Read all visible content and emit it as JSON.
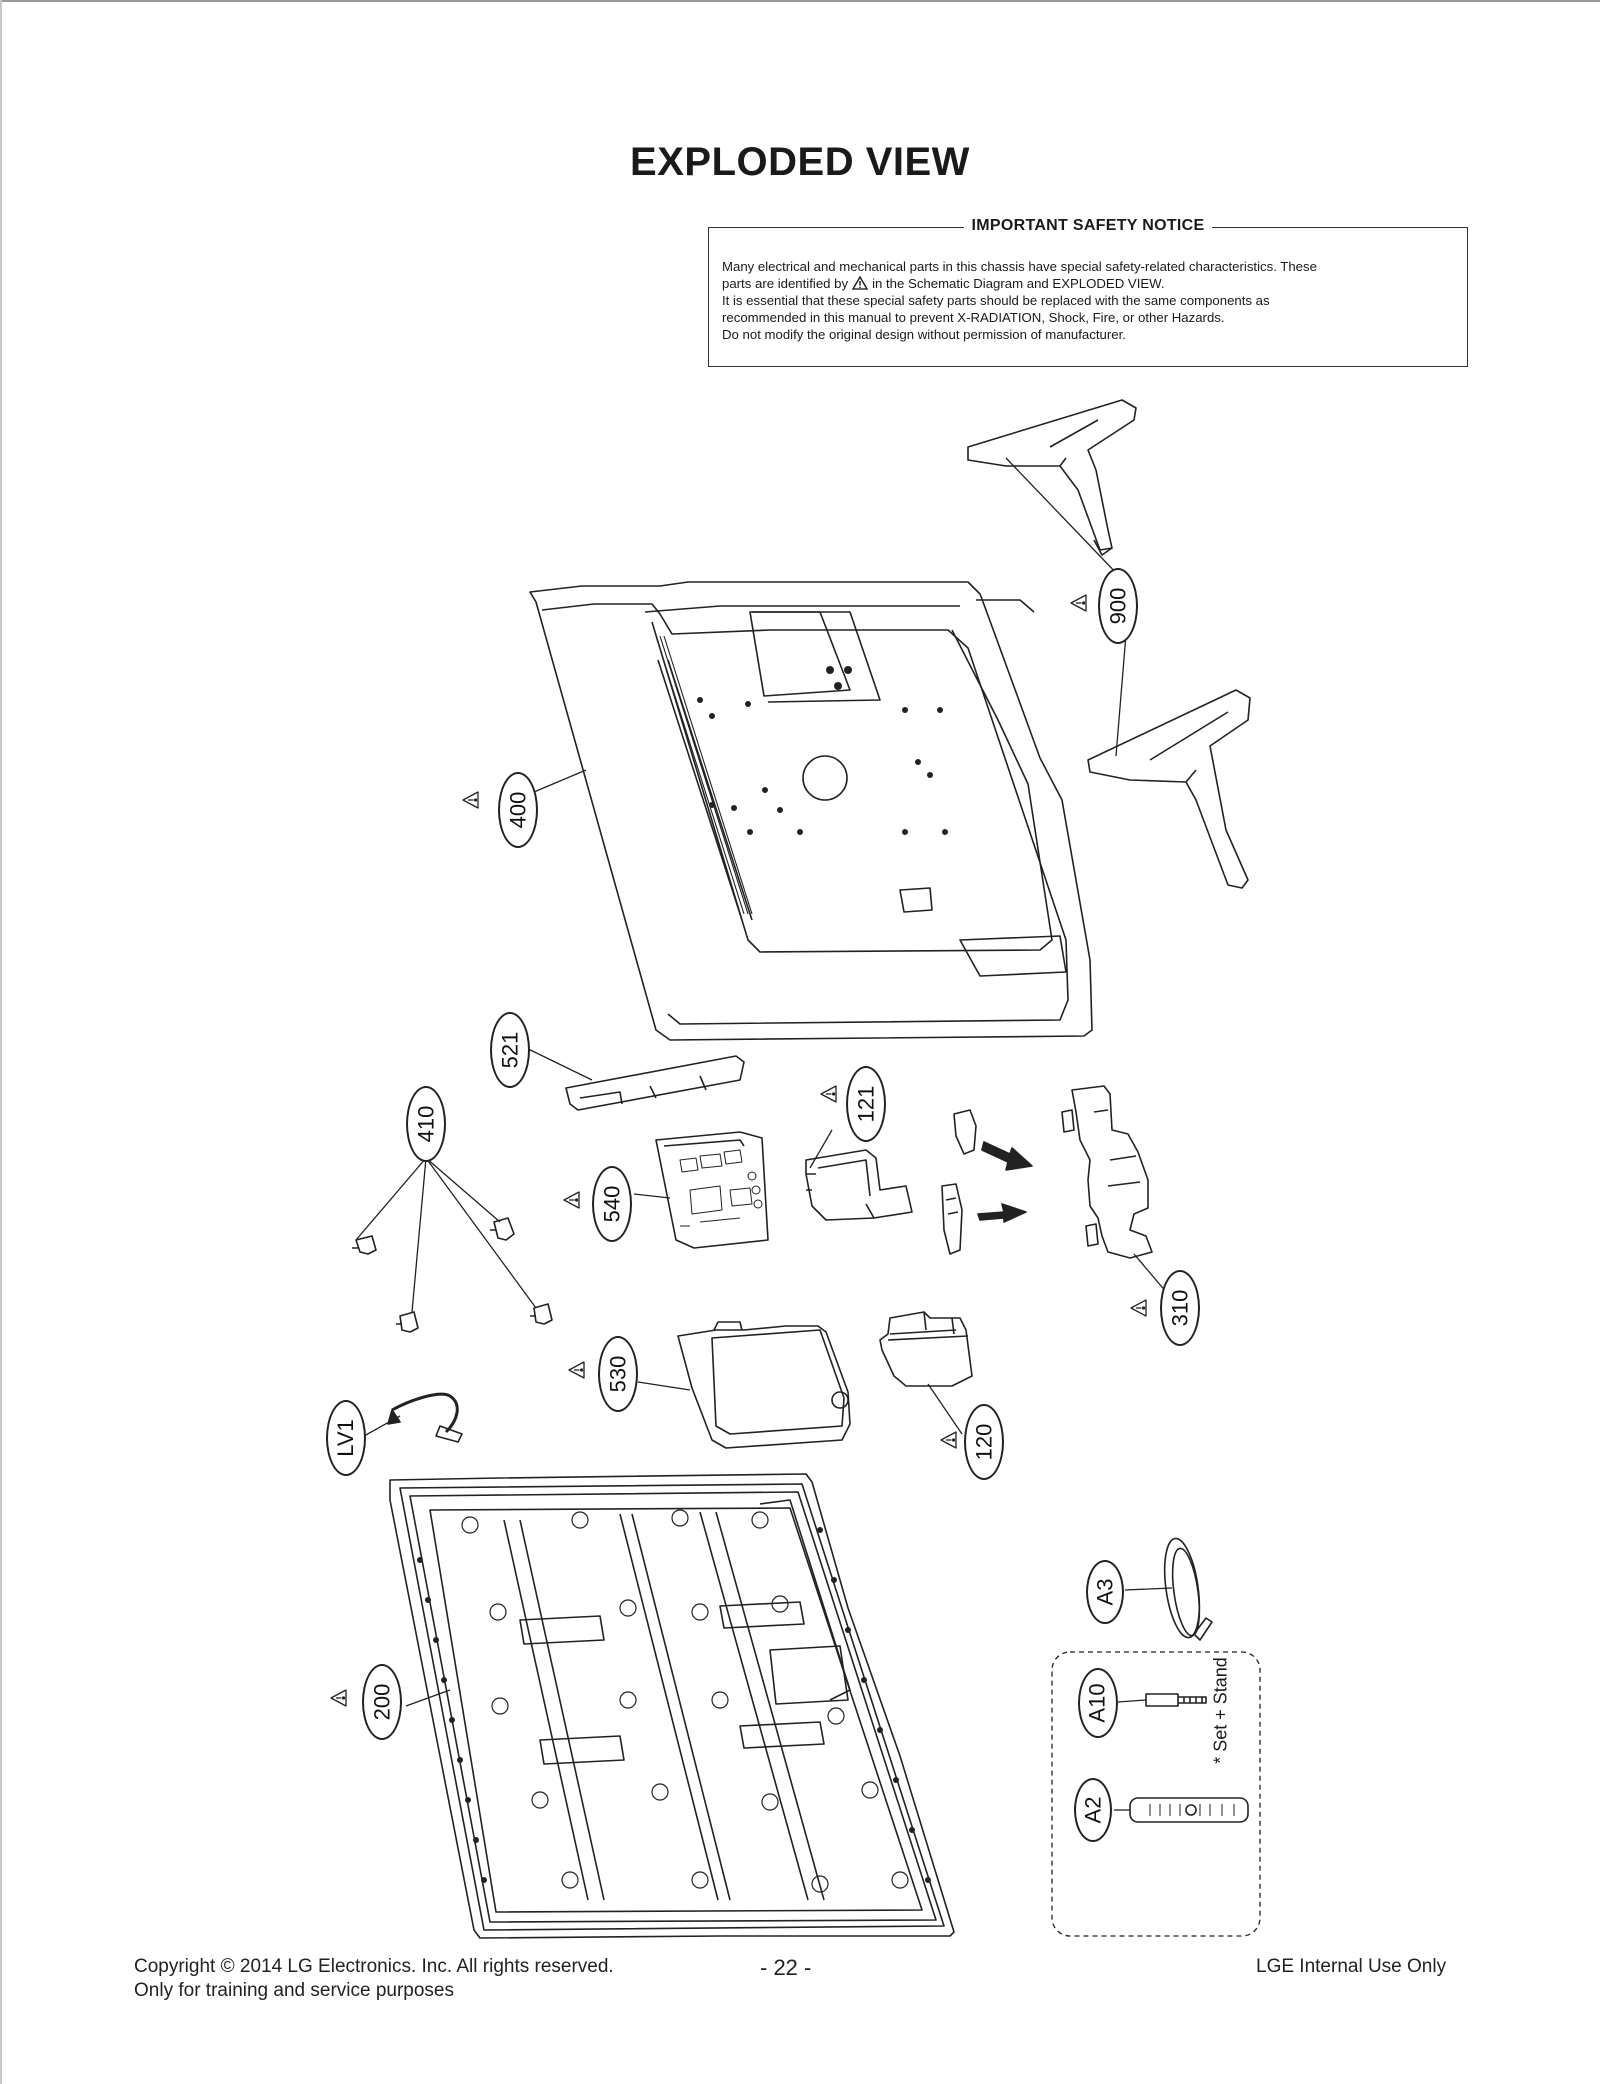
{
  "title": "EXPLODED VIEW",
  "safety_notice": {
    "heading": "IMPORTANT SAFETY NOTICE",
    "line1": "Many electrical and mechanical parts in this chassis have special safety-related characteristics. These",
    "line2_before": "parts are identified by",
    "line2_after": "in the Schematic Diagram and EXPLODED VIEW.",
    "line3": "It is essential that these special safety parts should be replaced with the same components as",
    "line4": "recommended in this manual to prevent X-RADIATION, Shock, Fire, or other Hazards.",
    "line5": "Do not modify the original design without permission of manufacturer."
  },
  "parts": {
    "p900": "900",
    "p400": "400",
    "p521": "521",
    "p410": "410",
    "p121": "121",
    "p540": "540",
    "p310": "310",
    "p530": "530",
    "p120": "120",
    "pLV1": "LV1",
    "p200": "200",
    "pA3": "A3",
    "pA10": "A10",
    "pA2": "A2"
  },
  "set_stand_note": "* Set + Stand",
  "footer": {
    "copyright": "Copyright  © 2014 LG Electronics. Inc. All rights reserved.",
    "purpose": "Only for training and service purposes",
    "page": "- 22 -",
    "internal": "LGE Internal Use Only"
  }
}
